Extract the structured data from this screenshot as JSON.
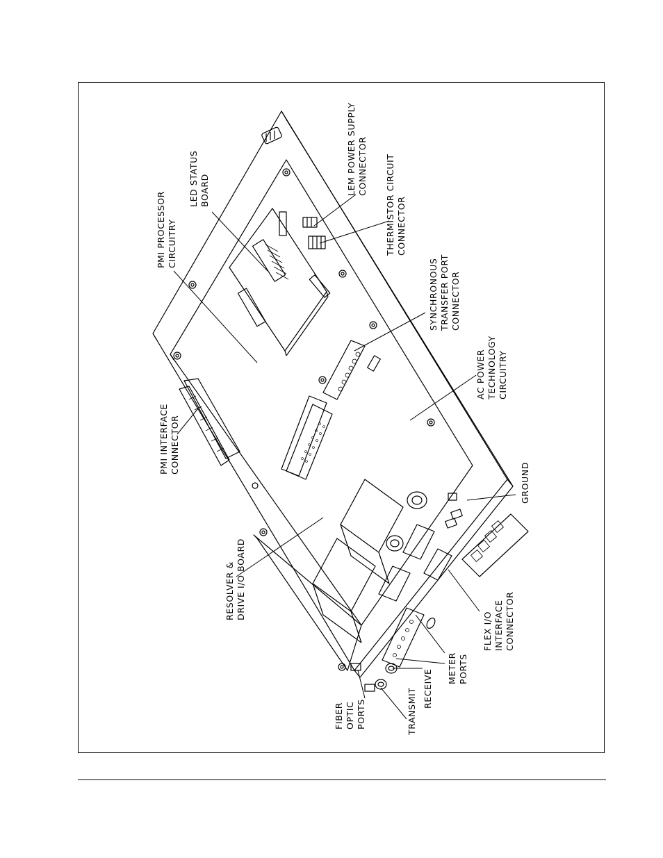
{
  "diagram": {
    "labels": {
      "lem_power_supply": [
        "LEM POWER SUPPLY",
        "CONNECTOR"
      ],
      "thermistor": [
        "THERMISTOR CIRCUIT",
        "CONNECTOR"
      ],
      "led_status": [
        "LED STATUS",
        "BOARD"
      ],
      "pmi_processor": [
        "PMI PROCESSOR",
        "CIRCUITRY"
      ],
      "synchronous": [
        "SYNCHRONOUS",
        "TRANSFER PORT",
        "CONNECTOR"
      ],
      "ac_power": [
        "AC POWER",
        "TECHNOLOGY",
        "CIRCUITRY"
      ],
      "pmi_interface": [
        "PMI INTERFACE",
        "CONNECTOR"
      ],
      "ground": [
        "GROUND"
      ],
      "resolver": [
        "RESOLVER &",
        "DRIVE I/O BOARD"
      ],
      "flex_io": [
        "FLEX I/O",
        "INTERFACE",
        "CONNECTOR"
      ],
      "meter_ports": [
        "METER",
        "PORTS"
      ],
      "receive": [
        "RECEIVE"
      ],
      "transmit": [
        "TRANSMIT"
      ],
      "fiber_optic": [
        "FIBER",
        "OPTIC",
        "PORTS"
      ]
    }
  }
}
